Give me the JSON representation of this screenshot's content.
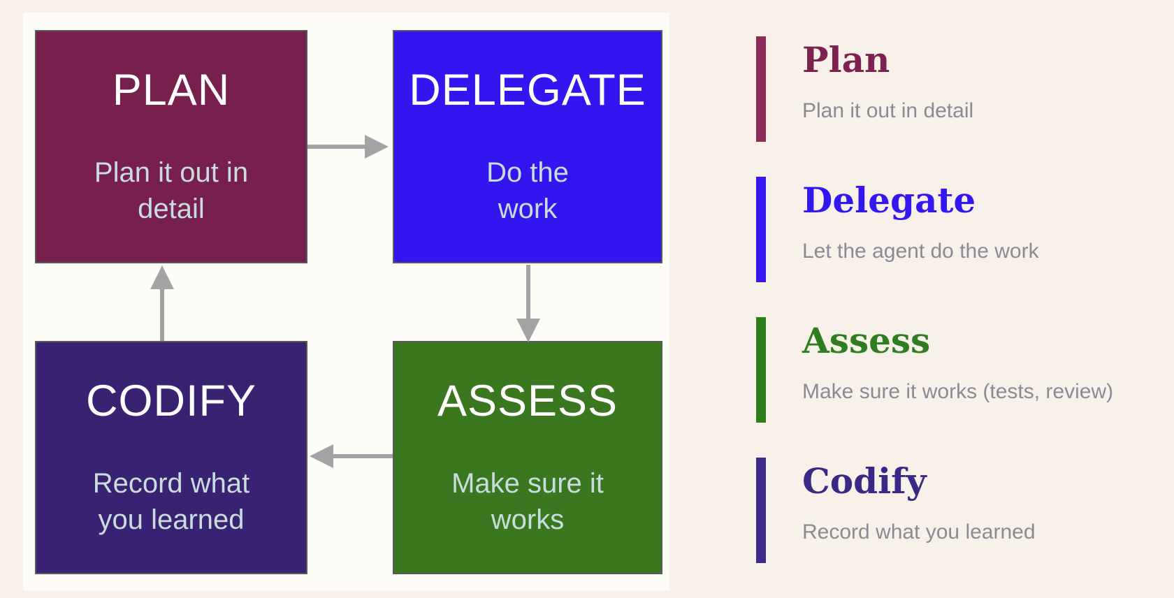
{
  "colors": {
    "page_background": "#F8F1EA",
    "panel_background": "#FDFCF6",
    "box_border": "#595A5C",
    "box_title_text": "#FFFFFF",
    "box_subtitle_text": "#C9DCDE",
    "arrow": "#A3A3A6",
    "legend_description_text": "#8B8A94"
  },
  "diagram": {
    "boxes": [
      {
        "id": "plan",
        "title": "PLAN",
        "subtitle_lines": [
          "Plan it out in",
          "detail"
        ],
        "color": "#771F4D"
      },
      {
        "id": "delegate",
        "title": "DELEGATE",
        "subtitle_lines": [
          "Do the",
          "work"
        ],
        "color": "#3316EF"
      },
      {
        "id": "assess",
        "title": "ASSESS",
        "subtitle_lines": [
          "Make sure it",
          "works"
        ],
        "color": "#3A771E"
      },
      {
        "id": "codify",
        "title": "CODIFY",
        "subtitle_lines": [
          "Record what",
          "you learned"
        ],
        "color": "#3A2273"
      }
    ],
    "arrows": [
      {
        "from": "PLAN",
        "to": "DELEGATE",
        "direction": "right"
      },
      {
        "from": "DELEGATE",
        "to": "ASSESS",
        "direction": "down"
      },
      {
        "from": "ASSESS",
        "to": "CODIFY",
        "direction": "left"
      },
      {
        "from": "CODIFY",
        "to": "PLAN",
        "direction": "up"
      }
    ]
  },
  "legend": {
    "items": [
      {
        "title": "Plan",
        "description": "Plan it out in detail",
        "color": "#7C2150",
        "bar_color": "#8C2C5B"
      },
      {
        "title": "Delegate",
        "description": "Let the agent do the work",
        "color": "#3417EE",
        "bar_color": "#3417EE"
      },
      {
        "title": "Assess",
        "description": "Make sure it works (tests, review)",
        "color": "#2E7D21",
        "bar_color": "#2F7D1F"
      },
      {
        "title": "Codify",
        "description": "Record what you learned",
        "color": "#3C2787",
        "bar_color": "#3E2A87"
      }
    ]
  }
}
